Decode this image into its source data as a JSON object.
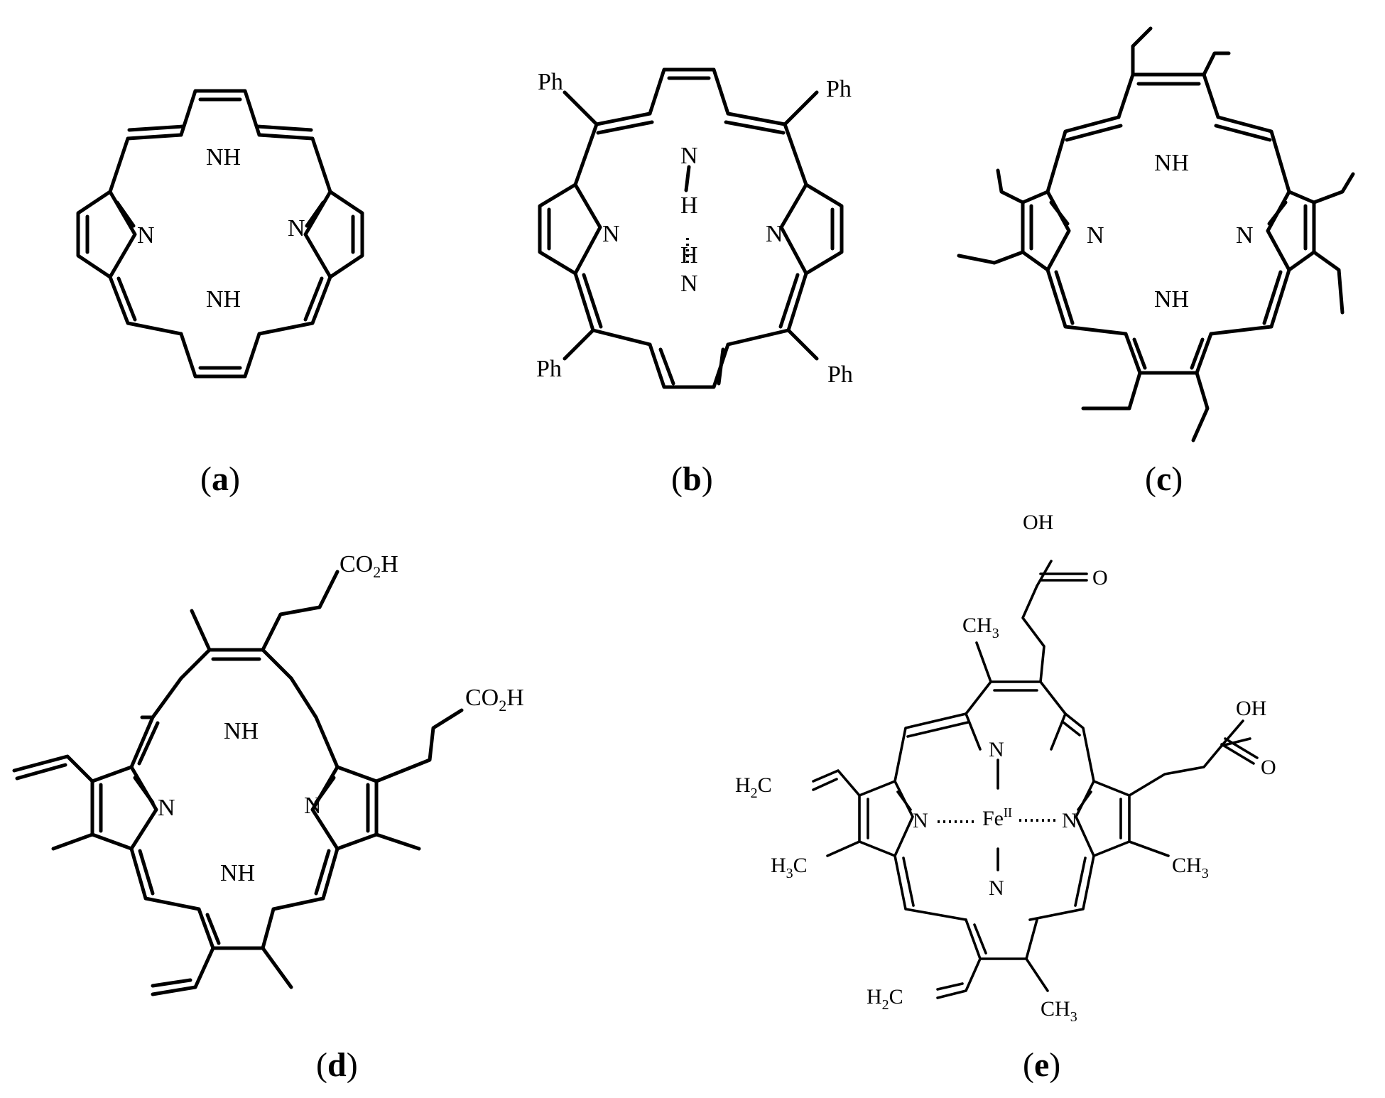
{
  "panels": [
    {
      "id": "a",
      "caption": {
        "open": "(",
        "letter": "a",
        "close": ")"
      },
      "labels": {
        "nh_top": "NH",
        "nh_bottom": "NH",
        "n_left": "N",
        "n_right": "N"
      }
    },
    {
      "id": "b",
      "caption": {
        "open": "(",
        "letter": "b",
        "close": ")"
      },
      "labels": {
        "n_top": "N",
        "h_top": "H",
        "h_bottom": "H",
        "n_bottom": "N",
        "n_left": "N",
        "n_right": "N",
        "ph_tl": "Ph",
        "ph_tr": "Ph",
        "ph_bl": "Ph",
        "ph_br": "Ph"
      }
    },
    {
      "id": "c",
      "caption": {
        "open": "(",
        "letter": "c",
        "close": ")"
      },
      "labels": {
        "nh_top": "NH",
        "nh_bottom": "NH",
        "n_left": "N",
        "n_right": "N"
      }
    },
    {
      "id": "d",
      "caption": {
        "open": "(",
        "letter": "d",
        "close": ")"
      },
      "labels": {
        "nh_top": "NH",
        "nh_bottom": "NH",
        "n_left": "N",
        "n_right": "N",
        "co2h_1_main": "CO",
        "co2h_1_sub": "2",
        "co2h_1_end": "H",
        "co2h_2_main": "CO",
        "co2h_2_sub": "2",
        "co2h_2_end": "H"
      }
    },
    {
      "id": "e",
      "caption": {
        "open": "(",
        "letter": "e",
        "close": ")"
      },
      "labels": {
        "n_top": "N",
        "n_bottom": "N",
        "n_left": "N",
        "n_right": "N",
        "fe": "Fe",
        "fe_ox": "II",
        "oh_top": "OH",
        "o_top": "O",
        "oh_right": "OH",
        "o_right": "O",
        "ch3_top_main": "CH",
        "ch3_top_sub": "3",
        "ch3_right_main": "CH",
        "ch3_right_sub": "3",
        "ch3_bottom_main": "CH",
        "ch3_bottom_sub": "3",
        "h3c_left_main": "H",
        "h3c_left_sub": "3",
        "h3c_left_end": "C",
        "h2c_left_main": "H",
        "h2c_left_sub": "2",
        "h2c_left_end": "C",
        "h2c_bottom_main": "H",
        "h2c_bottom_sub": "2",
        "h2c_bottom_end": "C"
      }
    }
  ]
}
